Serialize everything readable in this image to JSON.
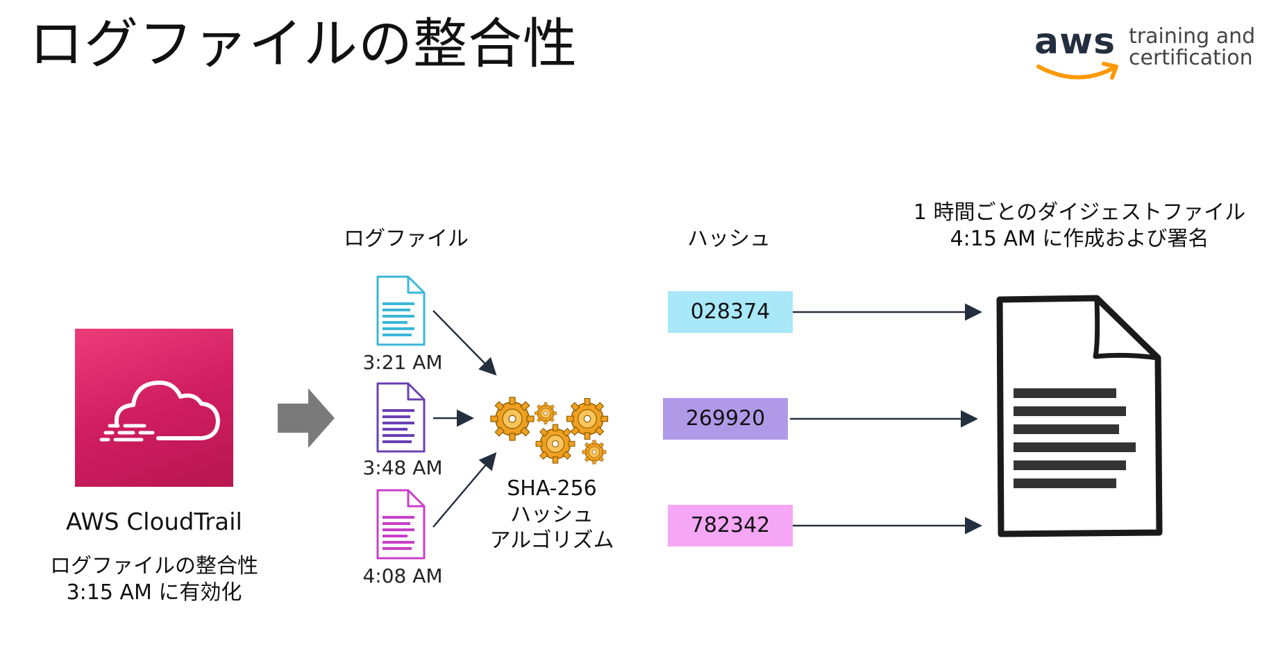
{
  "title": "ログファイルの整合性",
  "logo": {
    "brand": "aws",
    "line1": "training and",
    "line2": "certification",
    "smile_color": "#f90"
  },
  "cloudtrail": {
    "name": "AWS CloudTrail",
    "note_line1": "ログファイルの整合性",
    "note_line2": "3:15 AM に有効化",
    "icon": "cloudtrail-cloud-icon",
    "color": "#e0306b"
  },
  "log_files": {
    "heading": "ログファイル",
    "files": [
      {
        "time": "3:21 AM",
        "color": "#3ab7d8"
      },
      {
        "time": "3:48 AM",
        "color": "#6a3fb5"
      },
      {
        "time": "4:08 AM",
        "color": "#c93fc9"
      }
    ]
  },
  "algorithm": {
    "line1": "SHA-256",
    "line2": "ハッシュ",
    "line3": "アルゴリズム",
    "icon": "gears-icon",
    "color": "#f0a020"
  },
  "hashes": {
    "heading": "ハッシュ",
    "items": [
      {
        "value": "028374",
        "color": "#a8e8f8"
      },
      {
        "value": "269920",
        "color": "#b09ae8"
      },
      {
        "value": "782342",
        "color": "#f5a6f5"
      }
    ]
  },
  "digest": {
    "line1": "1 時間ごとのダイジェストファイル",
    "line2": "4:15 AM に作成および署名",
    "icon": "document-icon"
  }
}
